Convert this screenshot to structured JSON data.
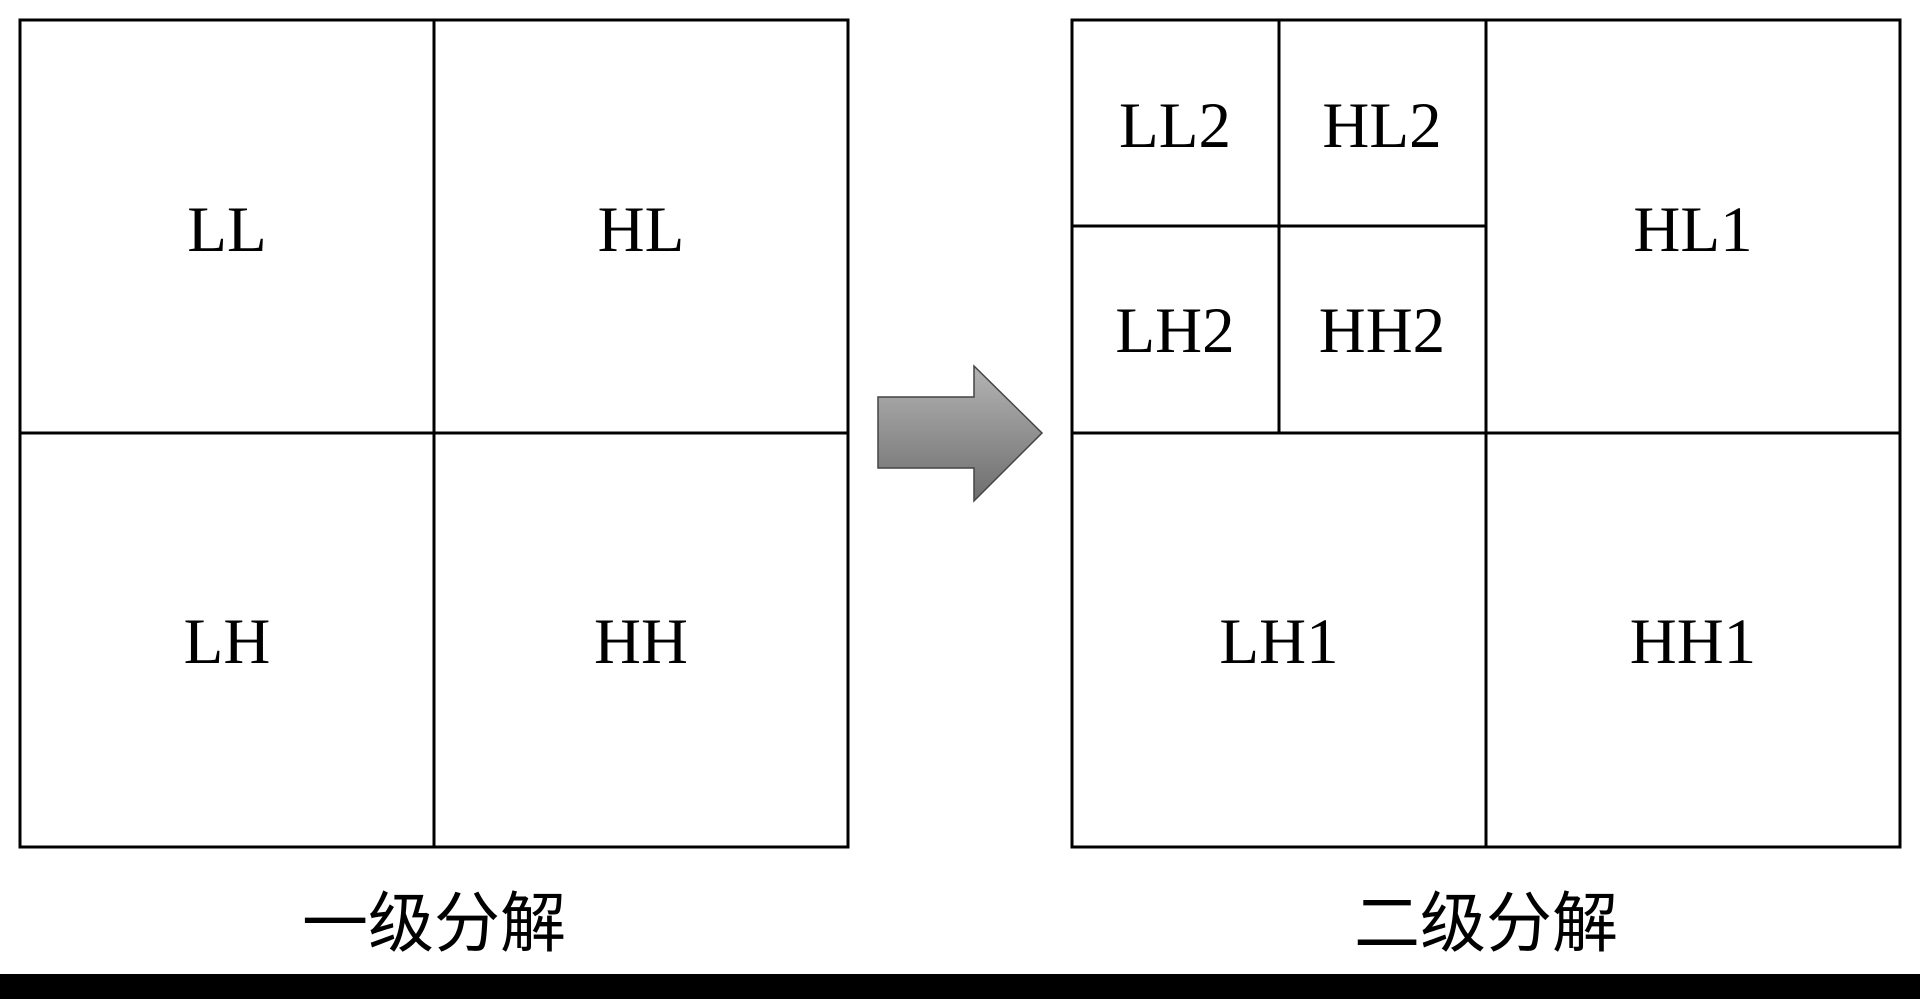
{
  "level1": {
    "caption": "一级分解",
    "cells": {
      "ll": "LL",
      "hl": "HL",
      "lh": "LH",
      "hh": "HH"
    }
  },
  "level2": {
    "caption": "二级分解",
    "cells": {
      "ll2": "LL2",
      "hl2": "HL2",
      "lh2": "LH2",
      "hh2": "HH2",
      "hl1": "HL1",
      "lh1": "LH1",
      "hh1": "HH1"
    }
  },
  "colors": {
    "arrow_light": "#b4b4b4",
    "arrow_dark": "#6e6e6e",
    "footer_bar": "#000000"
  }
}
